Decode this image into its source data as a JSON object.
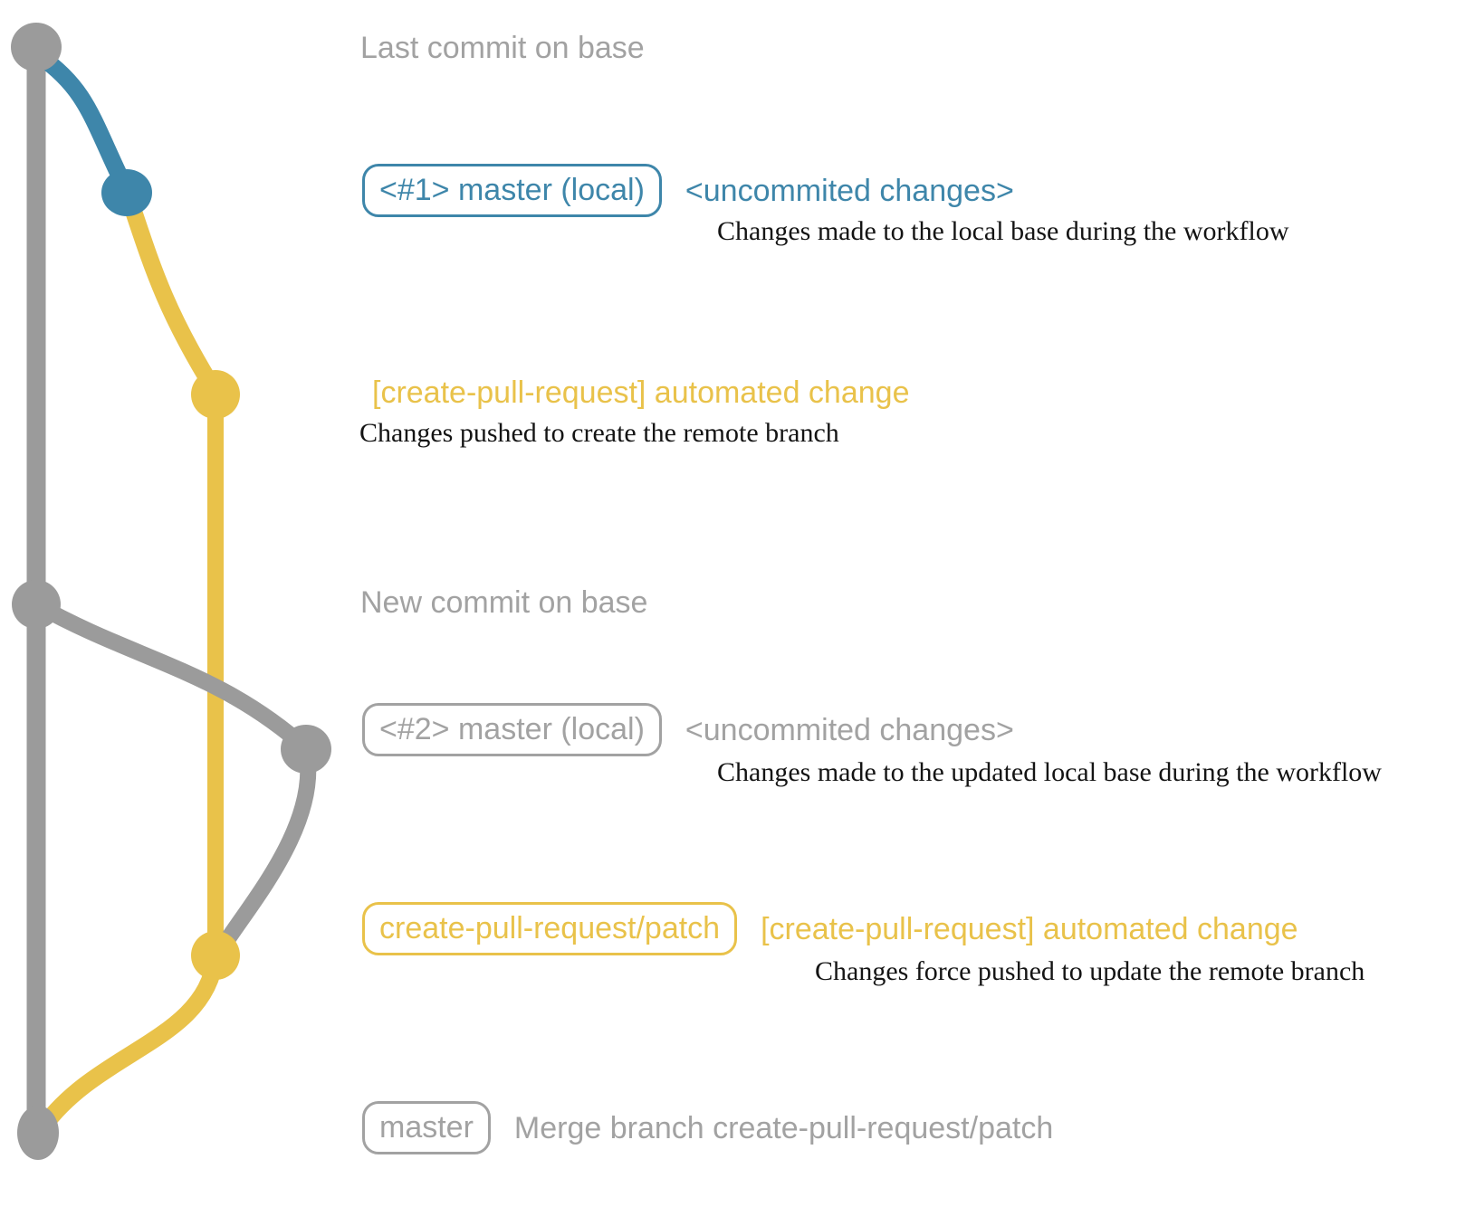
{
  "colors": {
    "gray": "#9b9b9b",
    "text_gray": "#a2a2a2",
    "blue": "#3e86aa",
    "yellow": "#e9c24a",
    "description_text": "#141414"
  },
  "annotations": {
    "last_commit_label": "Last commit on base",
    "new_commit_label": "New commit on base",
    "commit1": {
      "badge": "<#1> master (local)",
      "message": "<uncommited changes>",
      "description": "Changes made to the local base during the workflow"
    },
    "push1": {
      "message": "[create-pull-request] automated change",
      "description": "Changes pushed to create the remote branch"
    },
    "commit2": {
      "badge": "<#2> master (local)",
      "message": "<uncommited changes>",
      "description": "Changes made to the updated local base during the workflow"
    },
    "push2": {
      "badge": "create-pull-request/patch",
      "message": "[create-pull-request] automated change",
      "description": "Changes force pushed to update the remote branch"
    },
    "merge": {
      "badge": "master",
      "message": "Merge branch create-pull-request/patch"
    }
  }
}
